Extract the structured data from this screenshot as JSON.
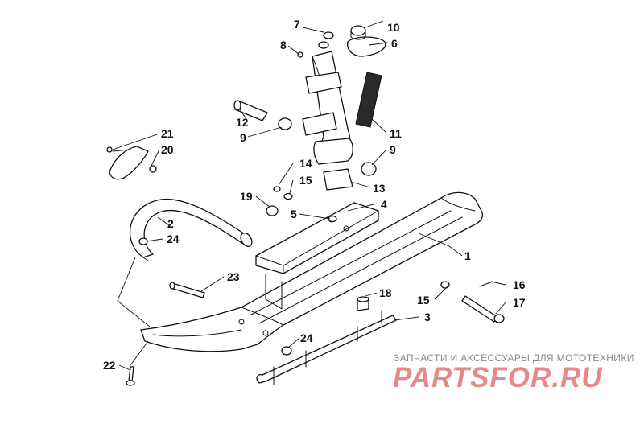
{
  "diagram": {
    "callouts": [
      {
        "id": "c1",
        "label": "1"
      },
      {
        "id": "c2",
        "label": "2"
      },
      {
        "id": "c3",
        "label": "3"
      },
      {
        "id": "c4",
        "label": "4"
      },
      {
        "id": "c5",
        "label": "5"
      },
      {
        "id": "c6",
        "label": "6"
      },
      {
        "id": "c7",
        "label": "7"
      },
      {
        "id": "c8",
        "label": "8"
      },
      {
        "id": "c9a",
        "label": "9"
      },
      {
        "id": "c9b",
        "label": "9"
      },
      {
        "id": "c10",
        "label": "10"
      },
      {
        "id": "c11",
        "label": "11"
      },
      {
        "id": "c12",
        "label": "12"
      },
      {
        "id": "c13",
        "label": "13"
      },
      {
        "id": "c14",
        "label": "14"
      },
      {
        "id": "c15a",
        "label": "15"
      },
      {
        "id": "c15b",
        "label": "15"
      },
      {
        "id": "c16",
        "label": "16"
      },
      {
        "id": "c17",
        "label": "17"
      },
      {
        "id": "c18",
        "label": "18"
      },
      {
        "id": "c19",
        "label": "19"
      },
      {
        "id": "c20",
        "label": "20"
      },
      {
        "id": "c21",
        "label": "21"
      },
      {
        "id": "c22",
        "label": "22"
      },
      {
        "id": "c23",
        "label": "23"
      },
      {
        "id": "c24a",
        "label": "24"
      },
      {
        "id": "c24b",
        "label": "24"
      }
    ]
  },
  "watermark": {
    "tagline": "ЗАПЧАСТИ И АКСЕССУАРЫ ДЛЯ МОТОТЕХНИКИ",
    "brand": "PARTSFOR.RU",
    "color": "#e58a8a"
  }
}
